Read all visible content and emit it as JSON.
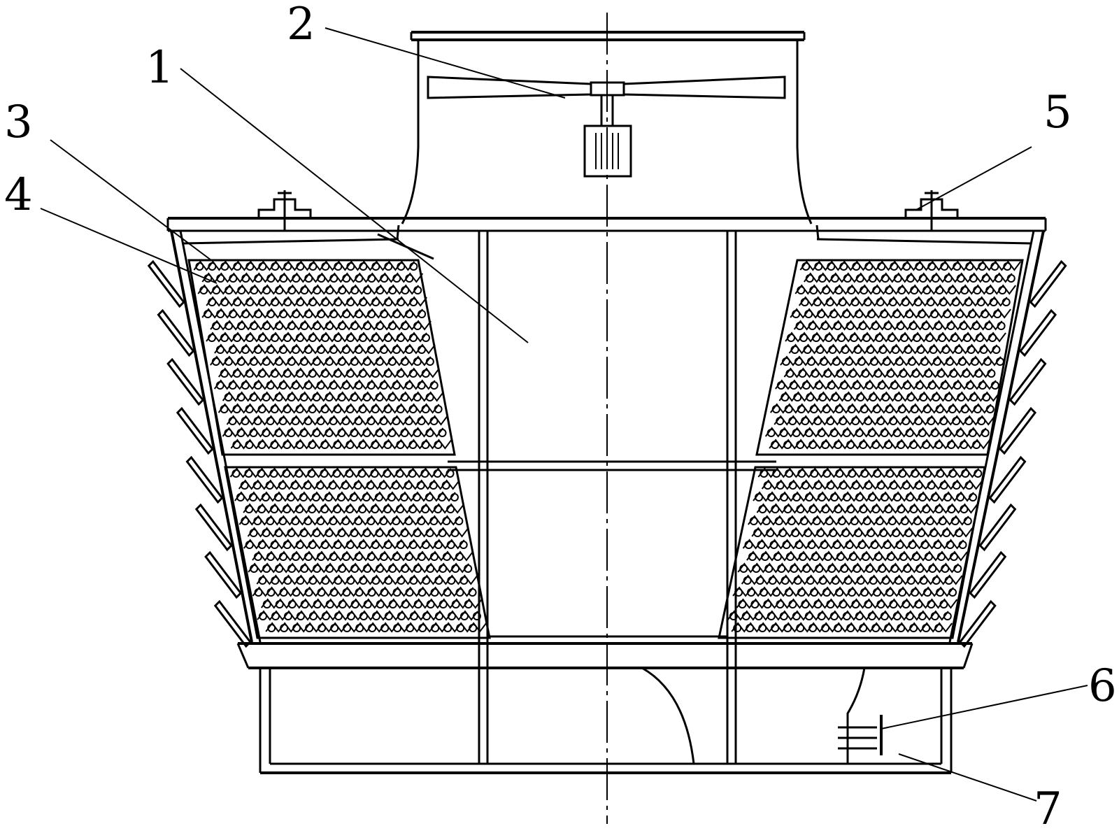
{
  "callouts": [
    {
      "key": "c1",
      "text": "1"
    },
    {
      "key": "c2",
      "text": "2"
    },
    {
      "key": "c3",
      "text": "3"
    },
    {
      "key": "c4",
      "text": "4"
    },
    {
      "key": "c5",
      "text": "5"
    },
    {
      "key": "c6",
      "text": "6"
    },
    {
      "key": "c7",
      "text": "7"
    }
  ],
  "colors": {
    "line": "#000000",
    "background": "#ffffff"
  }
}
